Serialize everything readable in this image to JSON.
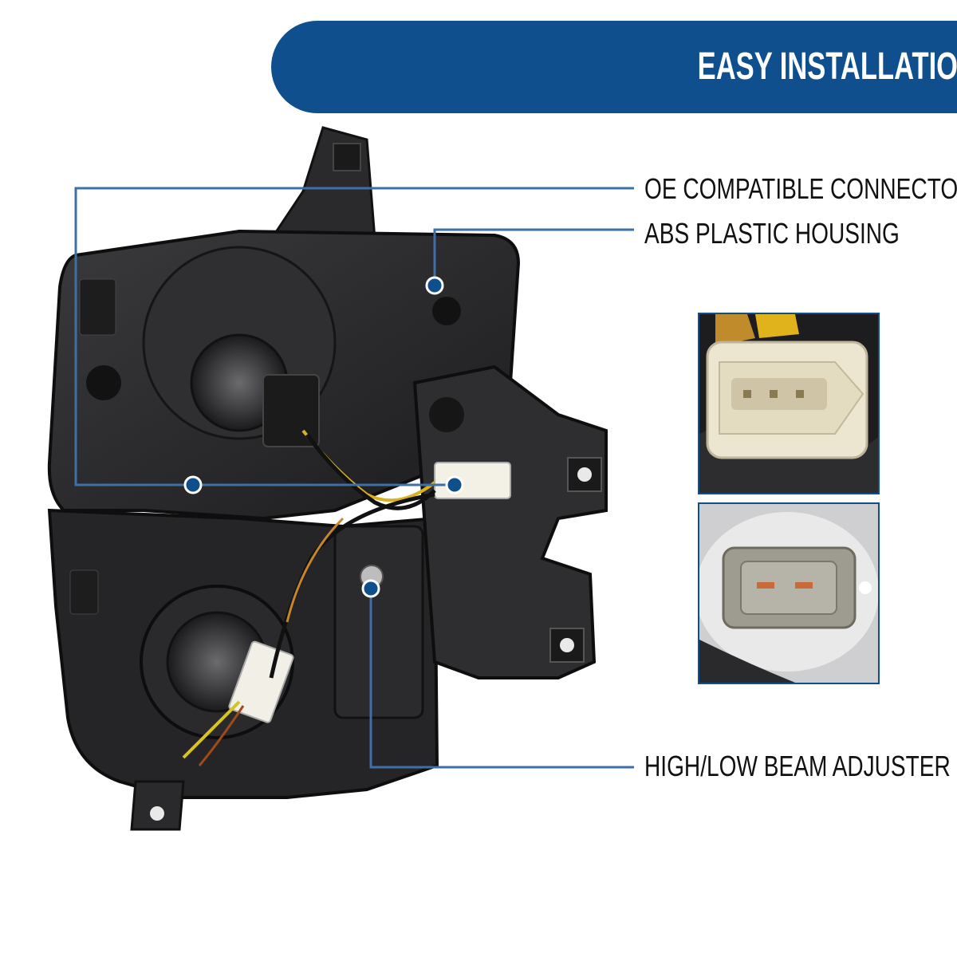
{
  "banner": {
    "title": "EASY INSTALLATION"
  },
  "callouts": [
    {
      "label": "OE COMPATIBLE CONNECTORS"
    },
    {
      "label": "ABS PLASTIC HOUSING"
    },
    {
      "label": "HIGH/LOW BEAM ADJUSTER"
    }
  ],
  "insets": [
    {
      "subject": "connector-three-pin"
    },
    {
      "subject": "connector-two-pin"
    }
  ],
  "colors": {
    "brand_blue": "#0f4f8e",
    "callout_line": "#2f6aa8",
    "housing": "#2b2b2d"
  }
}
